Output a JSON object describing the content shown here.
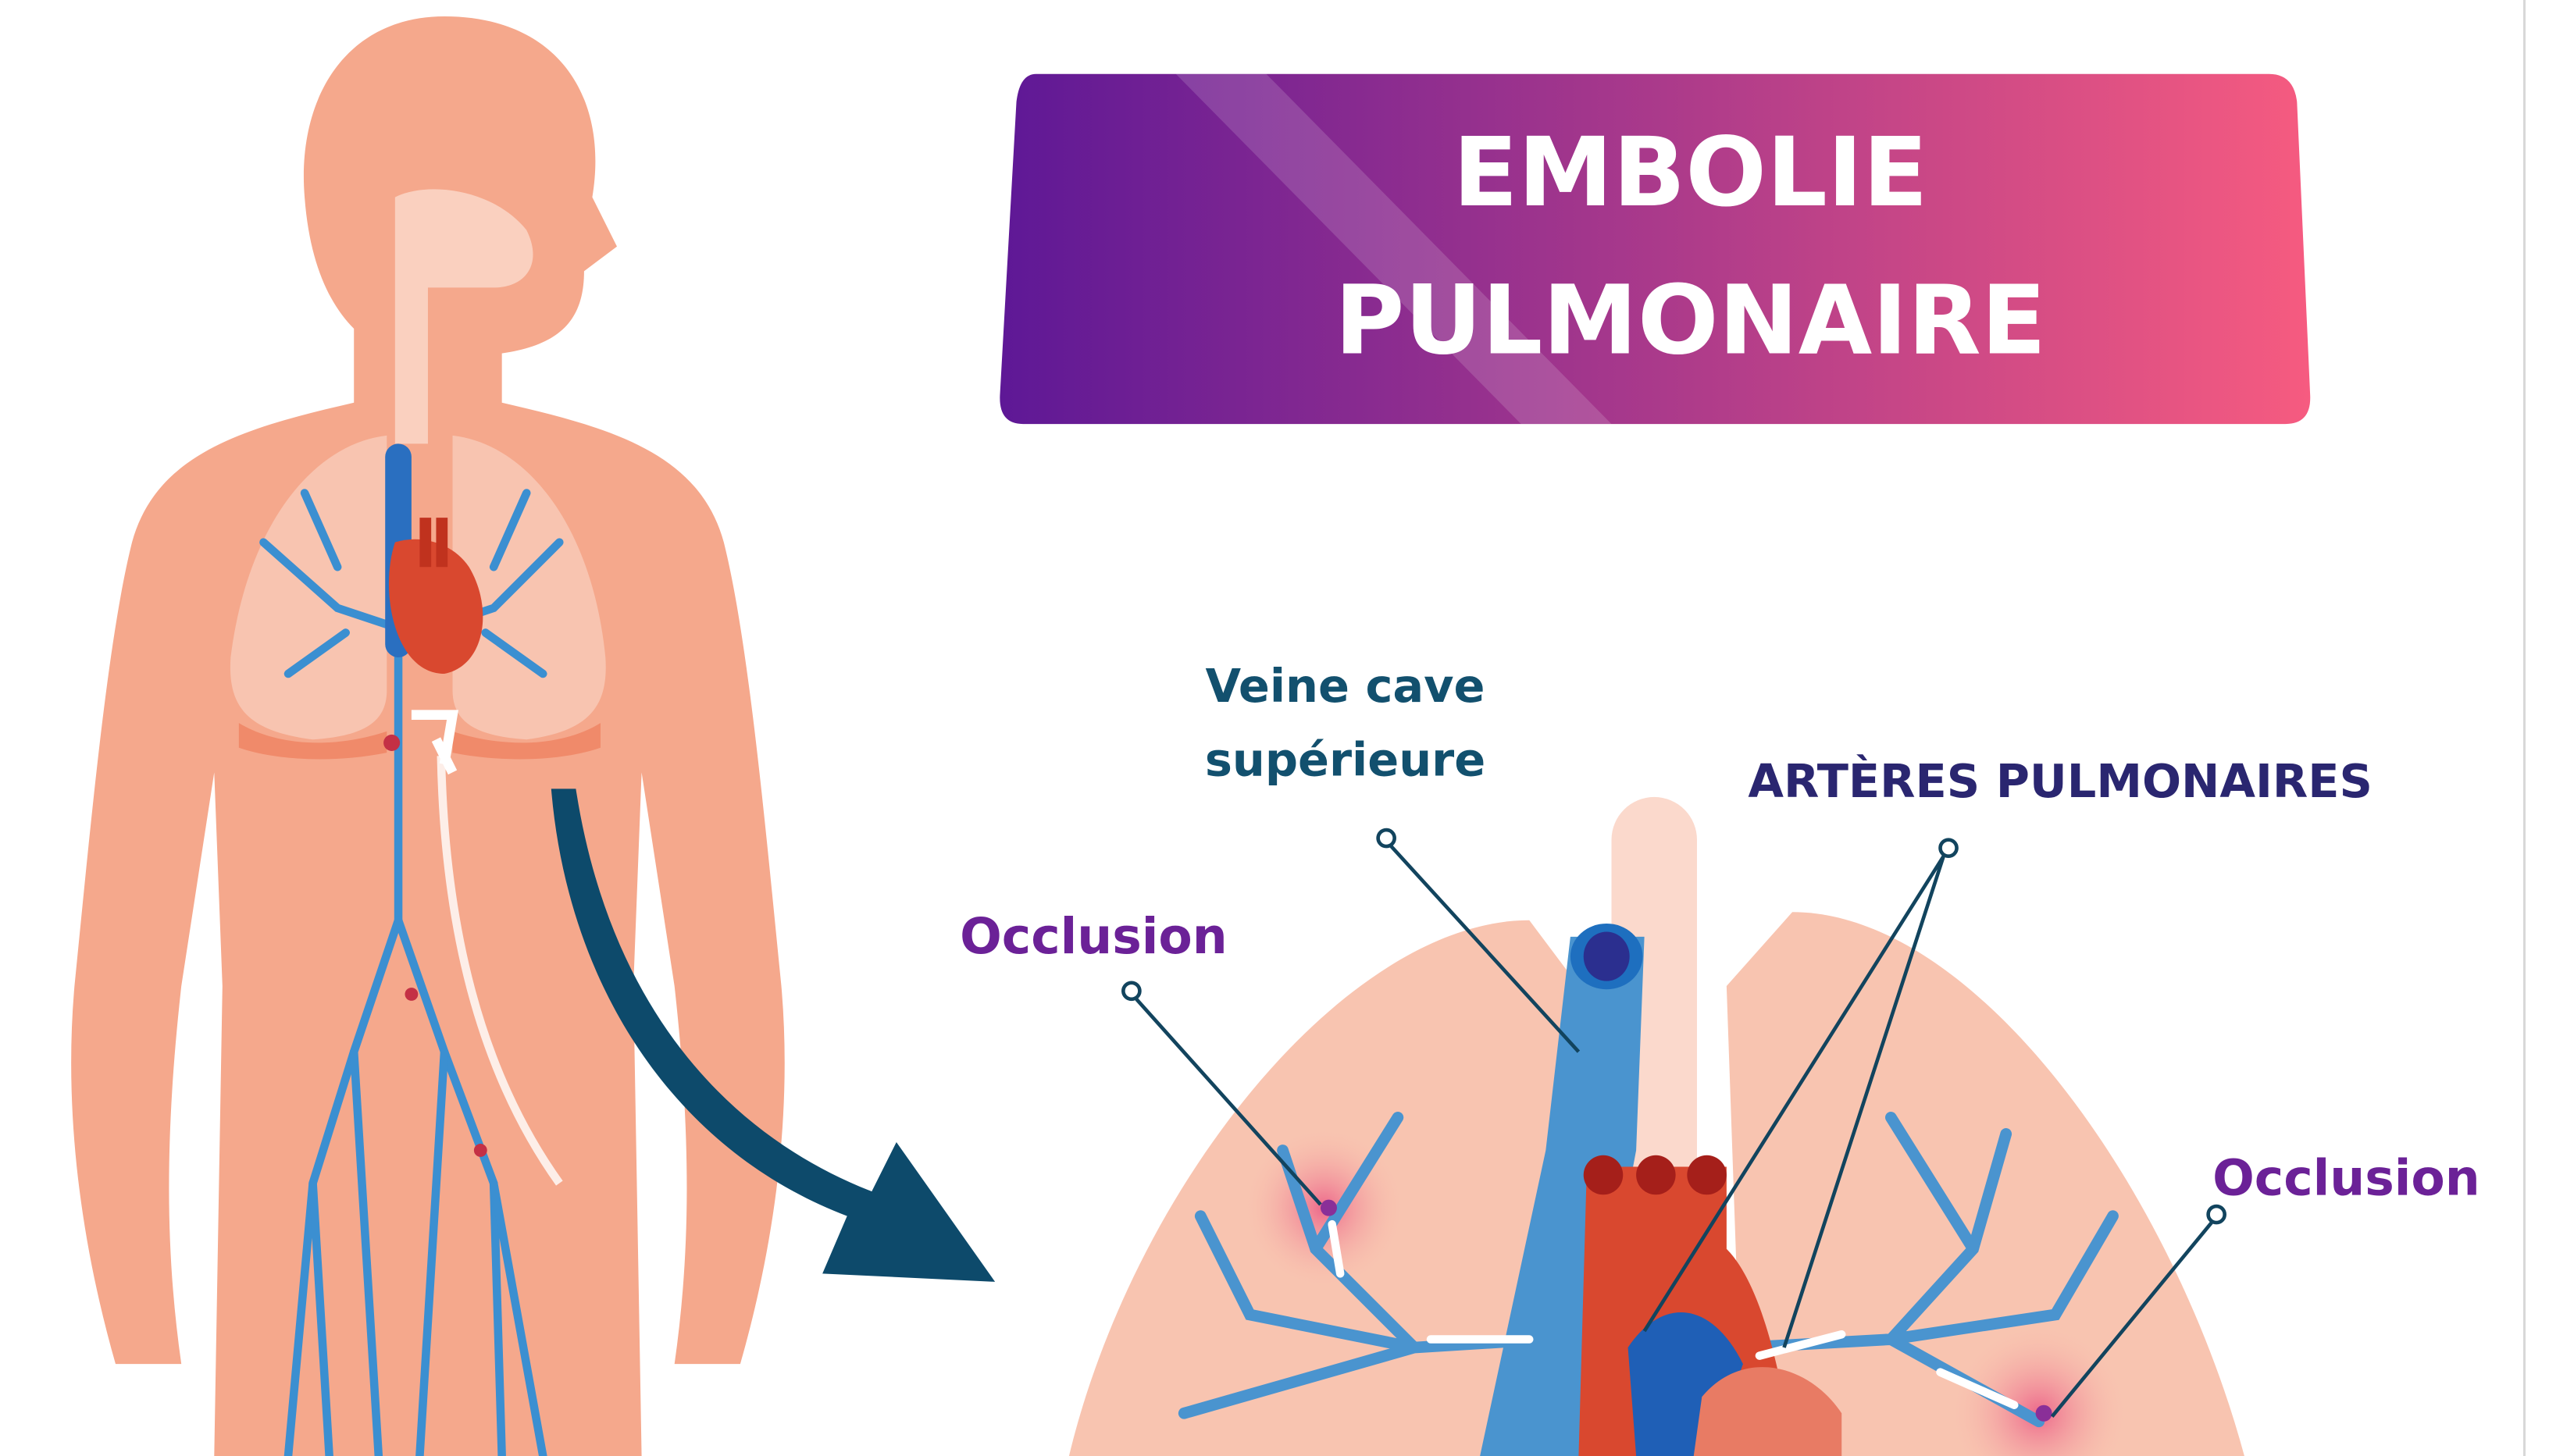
{
  "title": {
    "line1": "EMBOLIE",
    "line2": "PULMONAIRE"
  },
  "labels": {
    "veine_cave_line1": "Veine cave",
    "veine_cave_line2": "supérieure",
    "arteres": "ARTÈRES PULMONAIRES",
    "occlusion_left": "Occlusion",
    "occlusion_right": "Occlusion"
  },
  "colors": {
    "banner_start": "#5e1896",
    "banner_end": "#f65b80",
    "skin": "#f5a88c",
    "lung": "#f8c4b0",
    "vein": "#3b8fd1",
    "arrow": "#0d4a6b",
    "label_teal": "#12506e",
    "label_purple": "#6b2197",
    "label_navy": "#2a2670"
  }
}
